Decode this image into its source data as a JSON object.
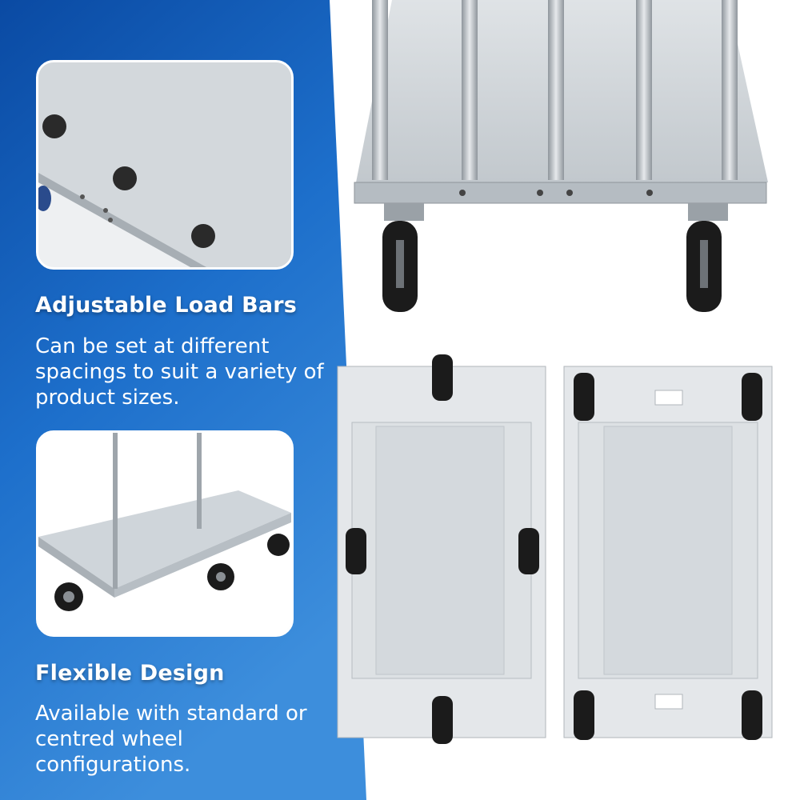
{
  "sections": [
    {
      "heading": "Adjustable Load Bars",
      "description": "Can be set at different spacings to suit a variety of product sizes."
    },
    {
      "heading": "Flexible Design",
      "description": "Available with standard or centred wheel configurations."
    }
  ],
  "colors": {
    "blue_dark": "#0d4fa8",
    "blue_mid": "#1c6fcc",
    "blue_light": "#3f8fde",
    "steel": "#c9ced3",
    "tyre": "#1b1b1b"
  },
  "icons": [
    "wheel-icon"
  ]
}
